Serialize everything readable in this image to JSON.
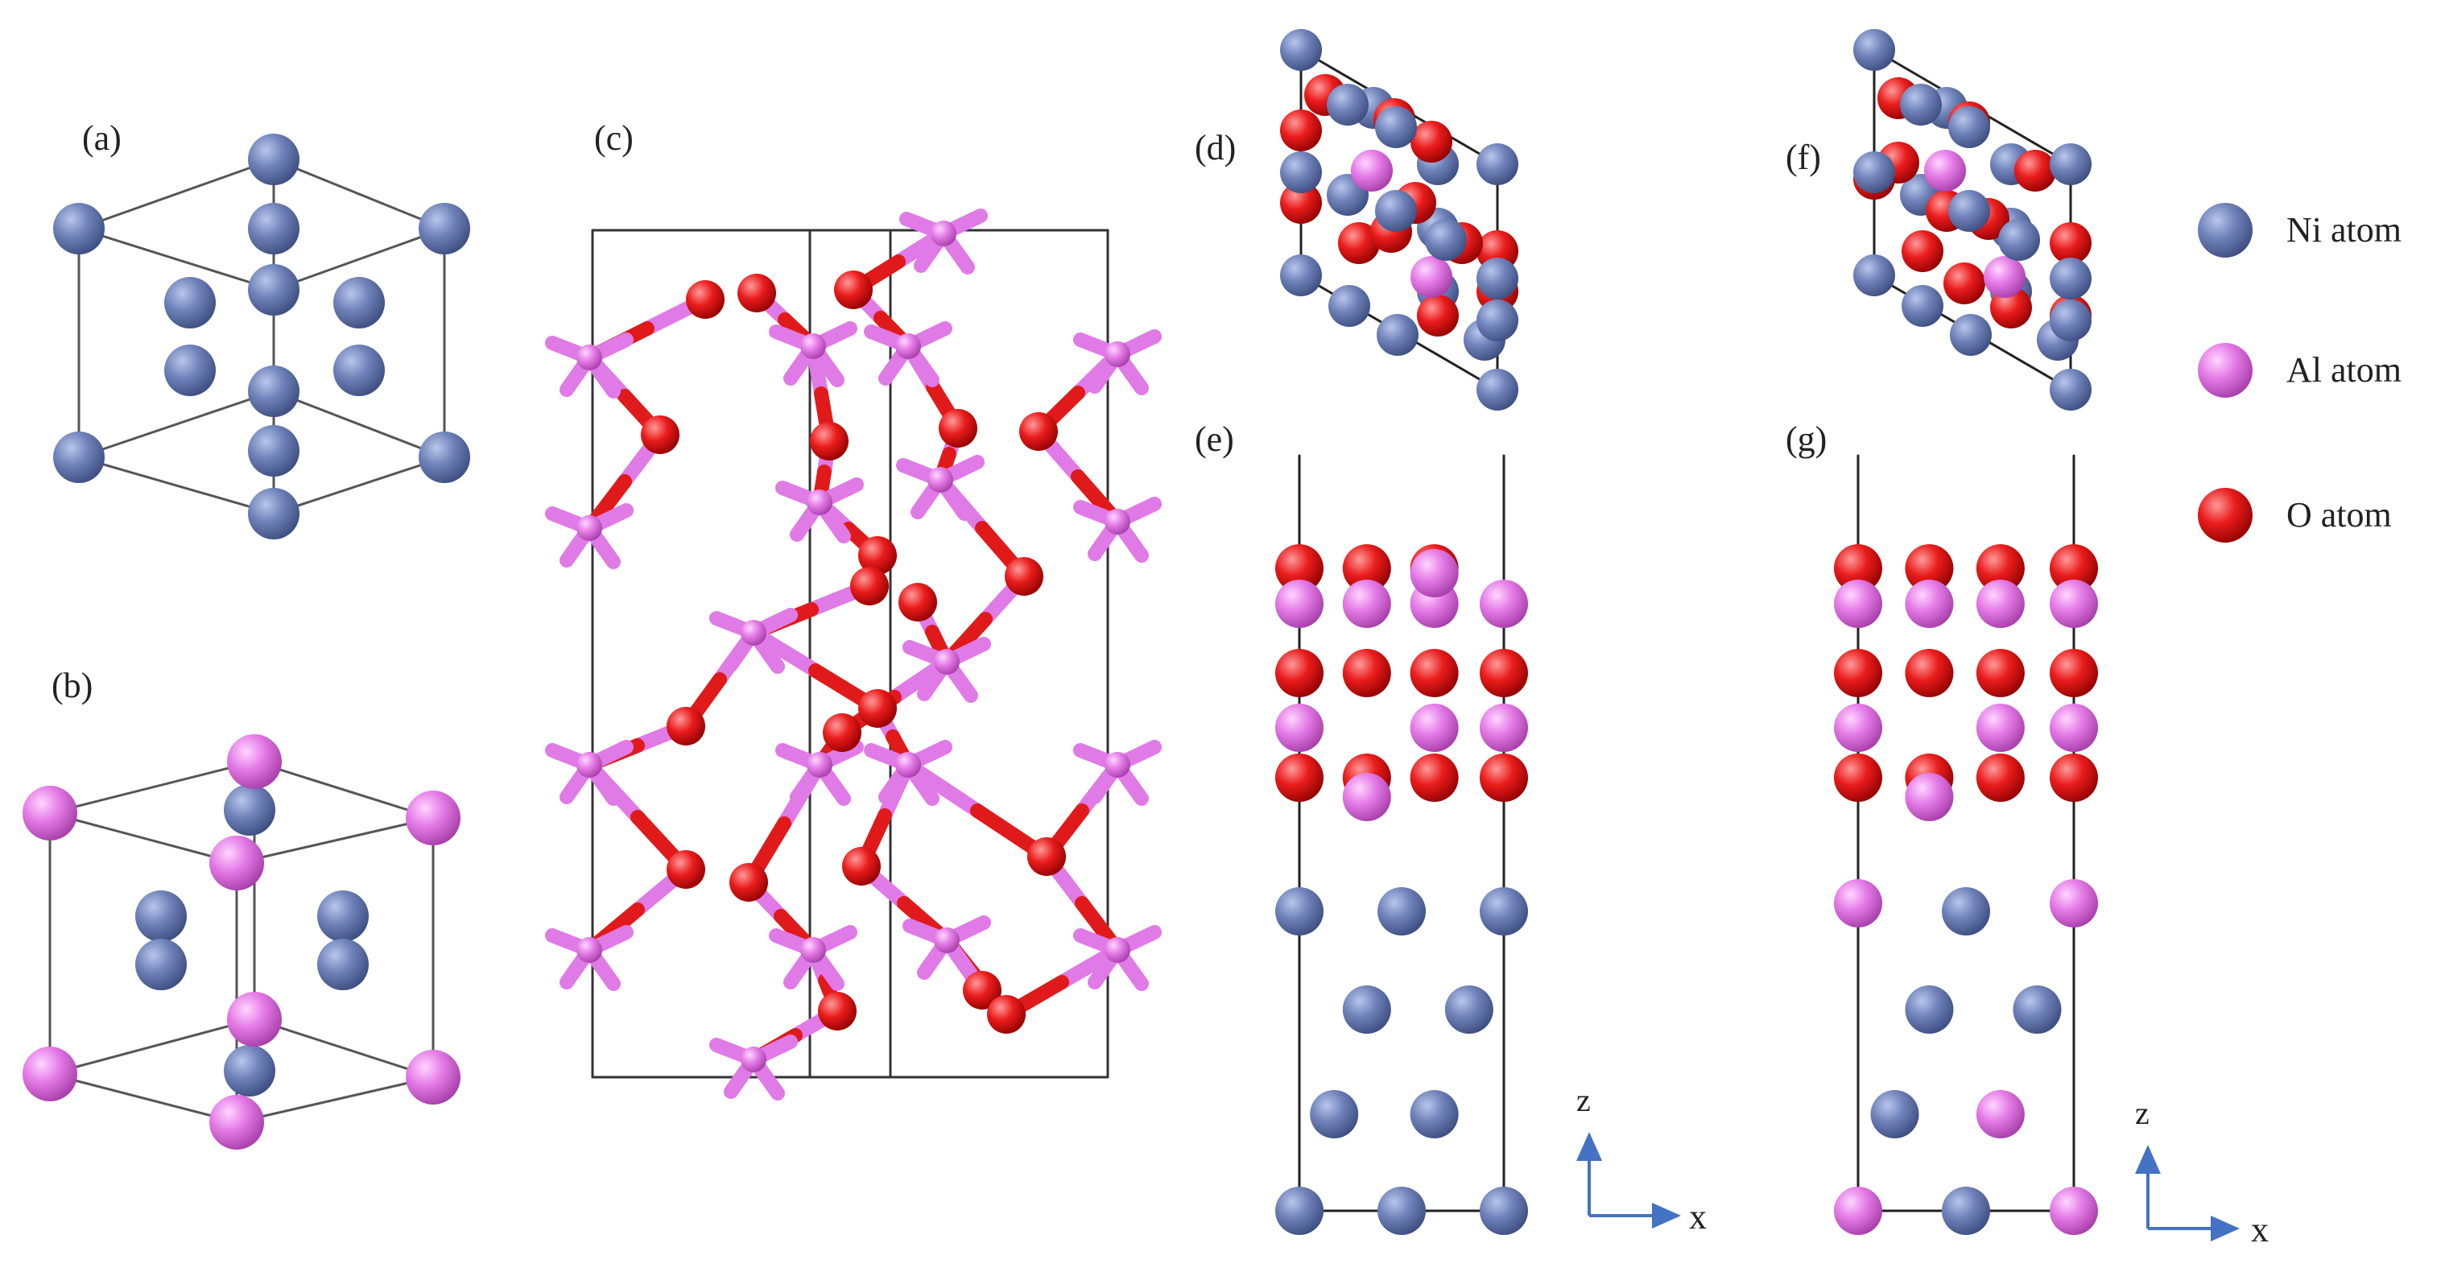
{
  "panel_labels": {
    "a": "(a)",
    "b": "(b)",
    "c": "(c)",
    "d": "(d)",
    "e": "(e)",
    "f": "(f)",
    "g": "(g)"
  },
  "legend": {
    "ni": "Ni atom",
    "al": "Al atom",
    "o": "O atom"
  },
  "axes_e": {
    "z": "z",
    "x": "x"
  },
  "axes_g": {
    "z": "z",
    "x": "x"
  },
  "colors": {
    "ni": "#5b6fa6",
    "al": "#de6fe0",
    "o": "#e0141c",
    "bond_al": "#e07ae6",
    "bond_o": "#e01a1a",
    "axis_arrow": "#4472c4",
    "frame": "#222222"
  }
}
